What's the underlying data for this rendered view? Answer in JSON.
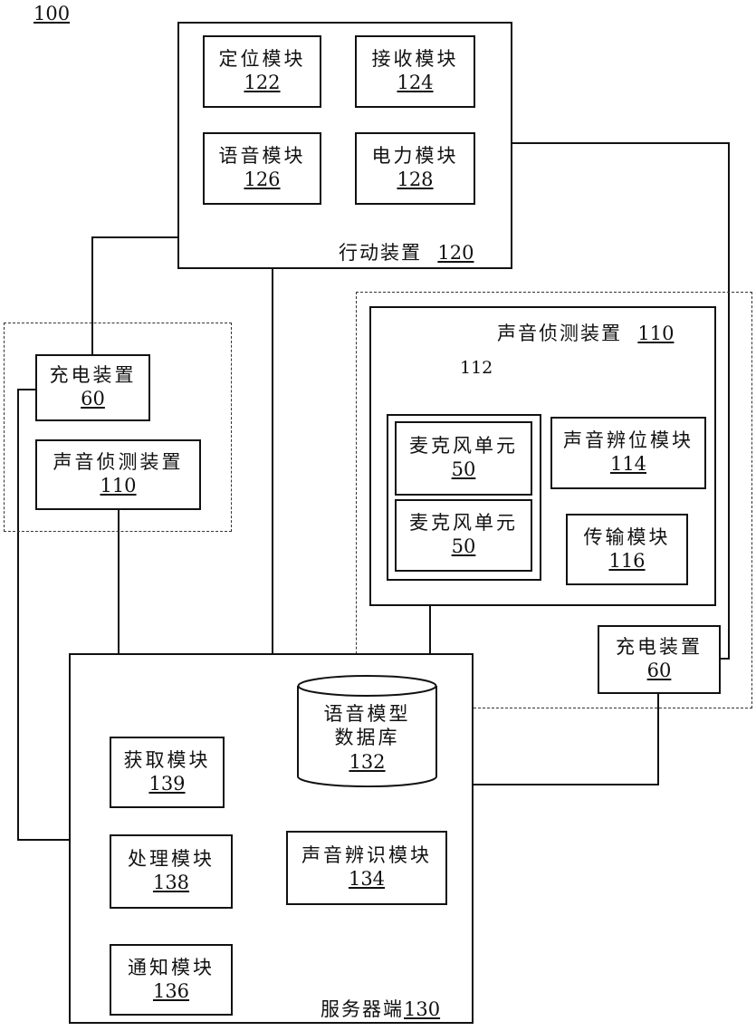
{
  "system_ref": "100",
  "mobile_device": {
    "label": "行动装置",
    "ref": "120",
    "modules": [
      {
        "label": "定位模块",
        "ref": "122"
      },
      {
        "label": "接收模块",
        "ref": "124"
      },
      {
        "label": "语音模块",
        "ref": "126"
      },
      {
        "label": "电力模块",
        "ref": "128"
      }
    ]
  },
  "left_station": {
    "charger": {
      "label": "充电装置",
      "ref": "60"
    },
    "detector": {
      "label": "声音侦测装置",
      "ref": "110"
    }
  },
  "right_station": {
    "detector": {
      "label": "声音侦测装置",
      "ref": "110",
      "mic_group_ref": "112",
      "microphones": [
        {
          "label": "麦克风单元",
          "ref": "50"
        },
        {
          "label": "麦克风单元",
          "ref": "50"
        }
      ],
      "locator": {
        "label": "声音辨位模块",
        "ref": "114"
      },
      "transmitter": {
        "label": "传输模块",
        "ref": "116"
      }
    },
    "charger": {
      "label": "充电装置",
      "ref": "60"
    }
  },
  "server": {
    "label": "服务器端",
    "ref": "130",
    "database": {
      "line1": "语音模型",
      "line2": "数据库",
      "ref": "132"
    },
    "acquire": {
      "label": "获取模块",
      "ref": "139"
    },
    "process": {
      "label": "处理模块",
      "ref": "138"
    },
    "recognize": {
      "label": "声音辨识模块",
      "ref": "134"
    },
    "notify": {
      "label": "通知模块",
      "ref": "136"
    }
  }
}
